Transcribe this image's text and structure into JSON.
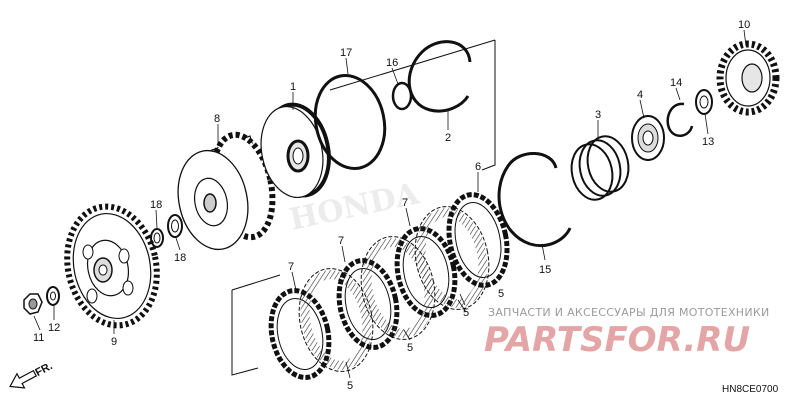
{
  "diagram": {
    "code": "HN8CE0700",
    "front_label": "FR.",
    "callouts": [
      {
        "id": "c1",
        "text": "1"
      },
      {
        "id": "c2",
        "text": "2"
      },
      {
        "id": "c3",
        "text": "3"
      },
      {
        "id": "c4",
        "text": "4"
      },
      {
        "id": "c5a",
        "text": "5"
      },
      {
        "id": "c5b",
        "text": "5"
      },
      {
        "id": "c5c",
        "text": "5"
      },
      {
        "id": "c5d",
        "text": "5"
      },
      {
        "id": "c6",
        "text": "6"
      },
      {
        "id": "c7a",
        "text": "7"
      },
      {
        "id": "c7b",
        "text": "7"
      },
      {
        "id": "c7c",
        "text": "7"
      },
      {
        "id": "c8",
        "text": "8"
      },
      {
        "id": "c9",
        "text": "9"
      },
      {
        "id": "c10",
        "text": "10"
      },
      {
        "id": "c11",
        "text": "11"
      },
      {
        "id": "c12",
        "text": "12"
      },
      {
        "id": "c13",
        "text": "13"
      },
      {
        "id": "c14",
        "text": "14"
      },
      {
        "id": "c15",
        "text": "15"
      },
      {
        "id": "c16",
        "text": "16"
      },
      {
        "id": "c17",
        "text": "17"
      },
      {
        "id": "c18a",
        "text": "18"
      },
      {
        "id": "c18b",
        "text": "18"
      }
    ]
  },
  "watermark": {
    "tagline": "ЗАПЧАСТИ И АКСЕССУАРЫ ДЛЯ МОТОТЕХНИКИ",
    "brand": "PARTSFOR.RU",
    "ghost": "HONDA"
  },
  "colors": {
    "line": "#111111",
    "brand": "#e3a5a5",
    "tagline": "#9b9b9b"
  }
}
